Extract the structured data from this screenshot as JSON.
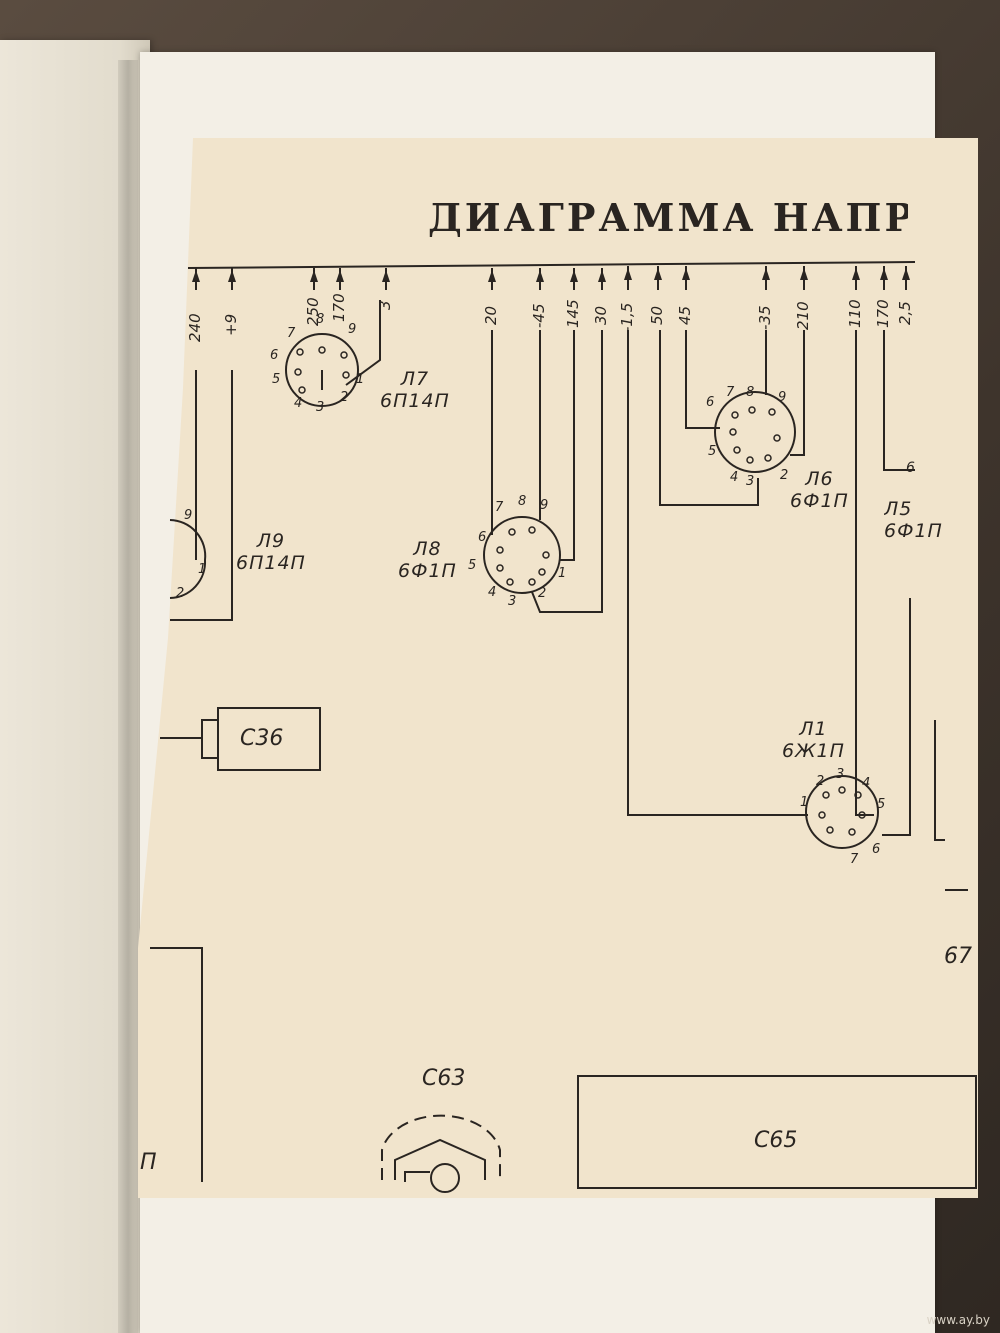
{
  "title": "ДИАГРАММА НАПРЯ",
  "voltages": [
    {
      "id": "v1",
      "text": "240"
    },
    {
      "id": "v2",
      "text": "+9"
    },
    {
      "id": "v3",
      "text": "250"
    },
    {
      "id": "v4",
      "text": "170"
    },
    {
      "id": "v5",
      "text": "3"
    },
    {
      "id": "v6",
      "text": "20"
    },
    {
      "id": "v7",
      "text": "-45"
    },
    {
      "id": "v8",
      "text": "145"
    },
    {
      "id": "v9",
      "text": "30"
    },
    {
      "id": "v10",
      "text": "-1,5"
    },
    {
      "id": "v11",
      "text": "50"
    },
    {
      "id": "v12",
      "text": "45"
    },
    {
      "id": "v13",
      "text": "-35"
    },
    {
      "id": "v14",
      "text": "210"
    },
    {
      "id": "v15",
      "text": "110"
    },
    {
      "id": "v16",
      "text": "170"
    },
    {
      "id": "v17",
      "text": "2,5"
    }
  ],
  "tubes": {
    "l7": {
      "ref": "Л7",
      "type": "6П14П"
    },
    "l9": {
      "ref": "Л9",
      "type": "6П14П"
    },
    "l8": {
      "ref": "Л8",
      "type": "6Ф1П"
    },
    "l6": {
      "ref": "Л6",
      "type": "6Ф1П"
    },
    "l5": {
      "ref": "Л5",
      "type": "6Ф1П"
    },
    "l1": {
      "ref": "Л1",
      "type": "6Ж1П"
    }
  },
  "pins": [
    "1",
    "2",
    "3",
    "4",
    "5",
    "6",
    "7",
    "8",
    "9"
  ],
  "capacitors": {
    "c36": "С36",
    "c63": "С63",
    "c65": "С65"
  },
  "edge_fragments": {
    "left_p": "П",
    "right_6": "6",
    "right_67": "67"
  },
  "watermark": "www.ay.by",
  "colors": {
    "paper": "#f1e4cc",
    "ink": "#2a2521",
    "table": "#4b4036"
  }
}
